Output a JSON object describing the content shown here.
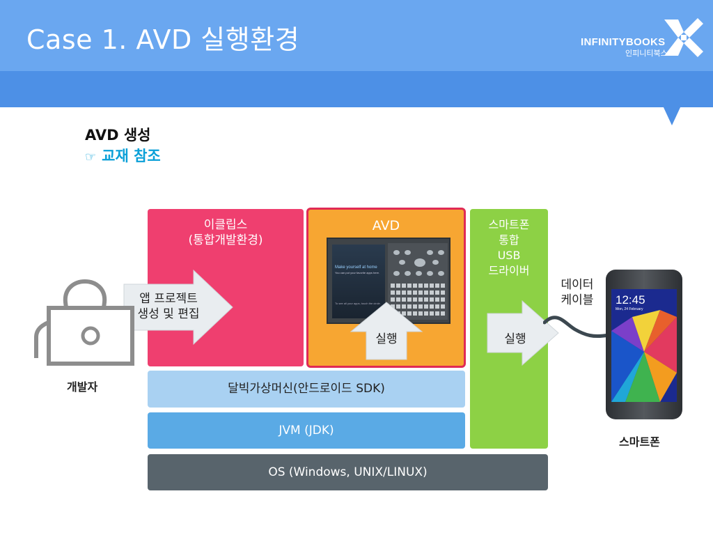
{
  "header": {
    "title": "Case 1. AVD 실행환경",
    "logo_en": "INFINITYBOOKS",
    "logo_ko": "인피니티북스"
  },
  "content": {
    "subtitle": "AVD 생성",
    "reference_icon": "pointing-hand-icon",
    "reference": "교재 참조"
  },
  "diagram": {
    "eclipse_label": "이클립스\n(통합개발환경)",
    "avd_label": "AVD",
    "smartphone_driver_label": "스마트폰\n통합\nUSB\n드라이버",
    "dalvik_label": "달빅가상머신(안드로이드 SDK)",
    "jvm_label": "JVM (JDK)",
    "os_label": "OS (Windows, UNIX/LINUX)",
    "arrow_create_label": "앱 프로젝트\n생성 및 편집",
    "arrow_run_avd_label": "실행",
    "arrow_run_phone_label": "실행",
    "cable_label": "데이터\n케이블",
    "developer_label": "개발자",
    "smartphone_label": "스마트폰",
    "emulator_text_1": "Make yourself at home",
    "emulator_text_2": "You can put your favorite apps here.",
    "emulator_text_3": "To see all your apps, touch the circle.",
    "phone_time": "12:45",
    "phone_date": "Mon, 24 February"
  },
  "colors": {
    "header_light": "#6aa7f0",
    "header_dark": "#4d90e6",
    "eclipse": "#ef3f6f",
    "avd": "#f7a632",
    "avd_border": "#e02a55",
    "smartphone_driver": "#8dd145",
    "dalvik": "#a9d1f2",
    "jvm": "#5aaae5",
    "os": "#58646c",
    "reference_text": "#0aa0d8"
  }
}
